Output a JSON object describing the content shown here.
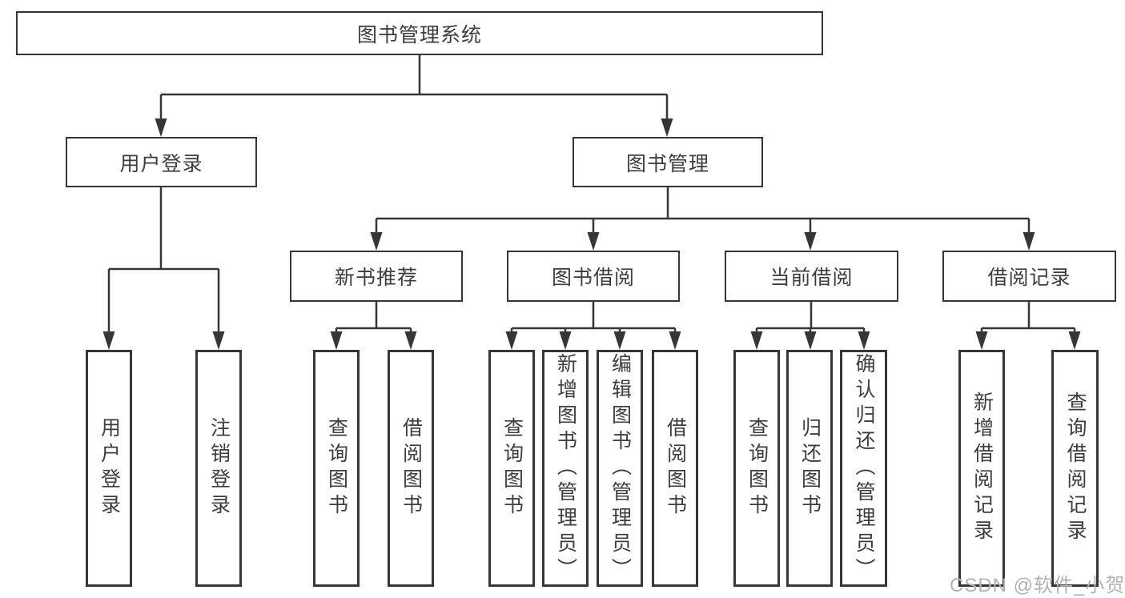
{
  "diagram": {
    "title": "图书管理系统",
    "nodes": {
      "root": "图书管理系统",
      "user_login_group": "用户登录",
      "book_mgmt_group": "图书管理",
      "new_book_recommend": "新书推荐",
      "book_borrow": "图书借阅",
      "current_borrow": "当前借阅",
      "borrow_records": "借阅记录",
      "leaf_user_login": "用户登录",
      "leaf_logout": "注销登录",
      "leaf_nbr_query_books": "查询图书",
      "leaf_nbr_borrow_books": "借阅图书",
      "leaf_bb_query_books": "查询图书",
      "leaf_bb_add_books": "新增图书（管理员）",
      "leaf_bb_edit_books": "编辑图书（管理员）",
      "leaf_bb_borrow_books": "借阅图书",
      "leaf_cb_query_books": "查询图书",
      "leaf_cb_return_books": "归还图书",
      "leaf_cb_confirm_return": "确认归还（管理员）",
      "leaf_br_add_record": "新增借阅记录",
      "leaf_br_query_record": "查询借阅记录"
    },
    "hierarchy": {
      "图书管理系统": {
        "用户登录": [
          "用户登录",
          "注销登录"
        ],
        "图书管理": {
          "新书推荐": [
            "查询图书",
            "借阅图书"
          ],
          "图书借阅": [
            "查询图书",
            "新增图书（管理员）",
            "编辑图书（管理员）",
            "借阅图书"
          ],
          "当前借阅": [
            "查询图书",
            "归还图书",
            "确认归还（管理员）"
          ],
          "借阅记录": [
            "新增借阅记录",
            "查询借阅记录"
          ]
        }
      }
    },
    "colors": {
      "line": "#363636",
      "box_border": "#363636",
      "text": "#3d3d3d",
      "background": "#ffffff",
      "watermark_text": "#b2b2b2"
    }
  },
  "watermark": "CSDN @软件_小贺同学"
}
